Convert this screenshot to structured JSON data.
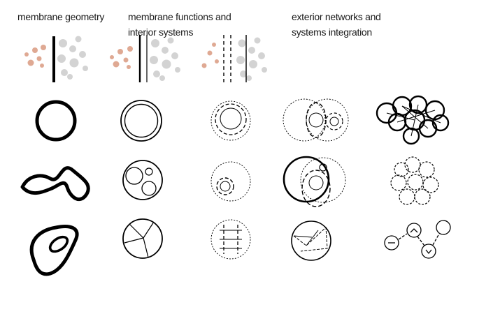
{
  "headings": {
    "membrane_geometry": "membrane geometry",
    "membrane_functions": "membrane functions and\ninterior systems",
    "exterior_networks": "exterior networks and\nsystems integration"
  },
  "colors": {
    "ink": "#000000",
    "particle_orange": "#d99a80",
    "particle_gray": "#c8c8c8",
    "background": "#ffffff"
  }
}
